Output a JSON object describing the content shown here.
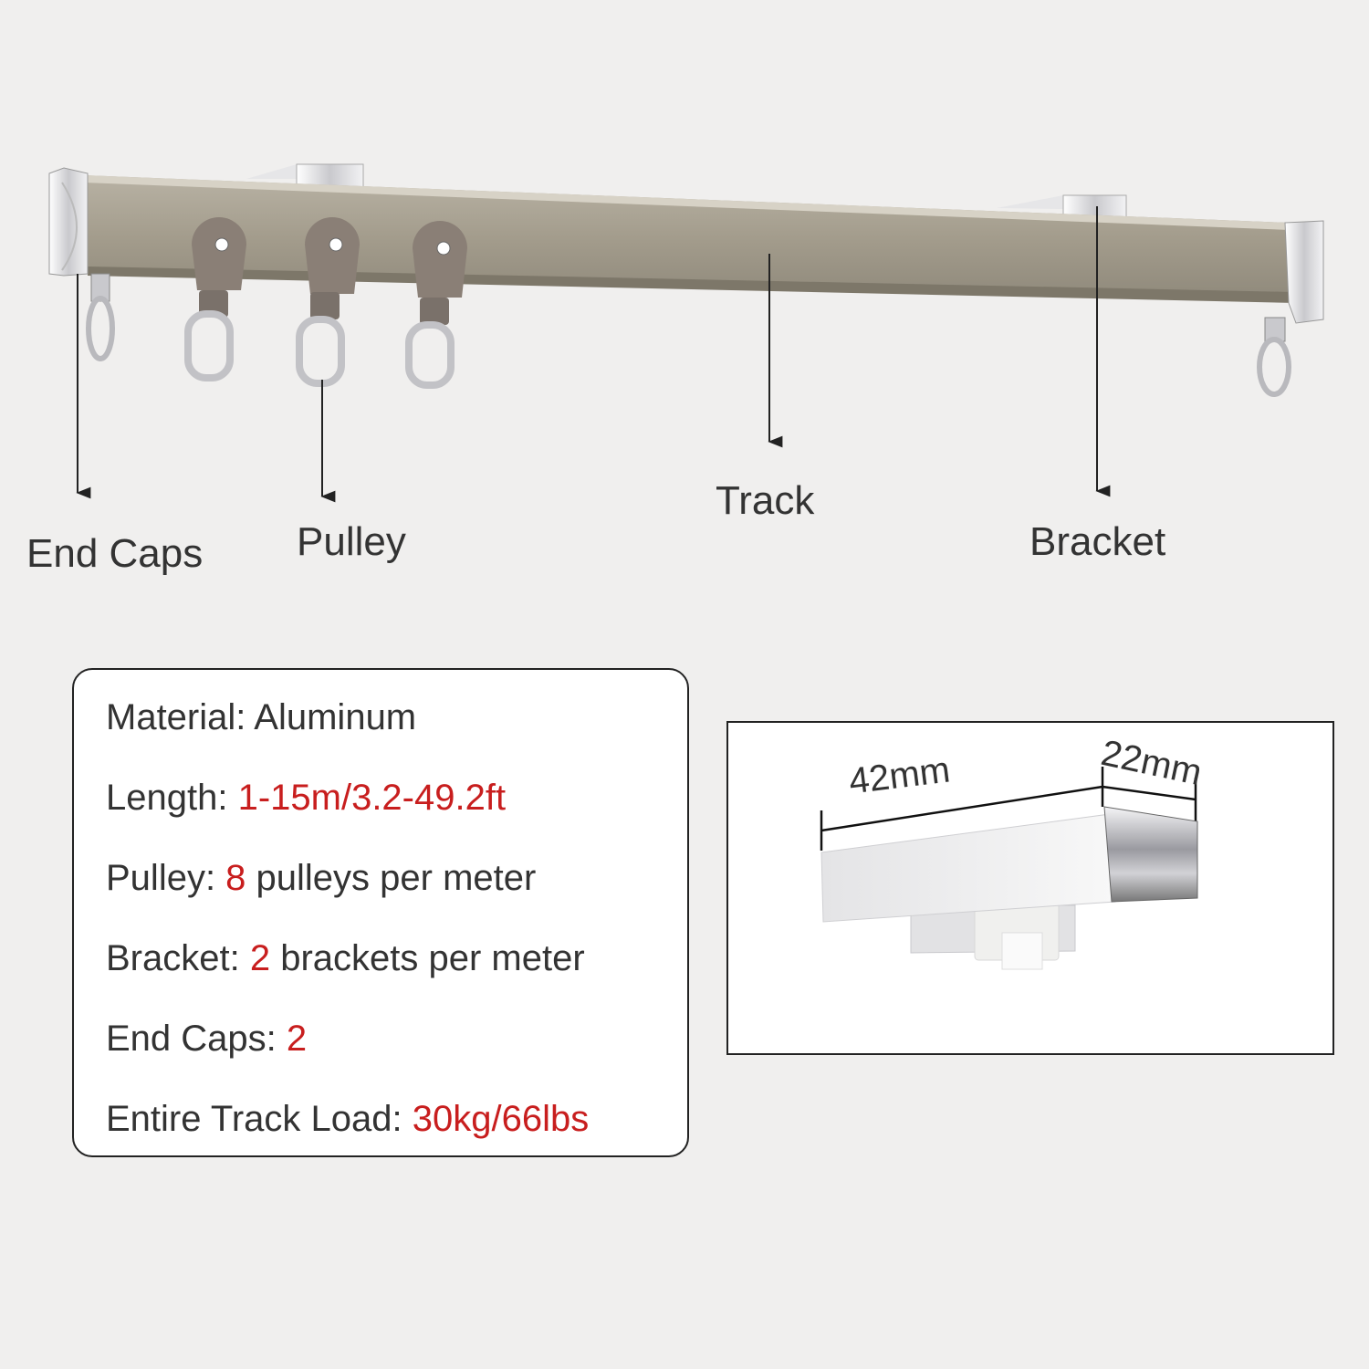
{
  "labels": {
    "end_caps": "End Caps",
    "pulley": "Pulley",
    "track": "Track",
    "bracket": "Bracket"
  },
  "specs": {
    "material": {
      "key": "Material: ",
      "value": "Aluminum"
    },
    "length": {
      "key": "Length: ",
      "value": "1-15m/3.2-49.2ft"
    },
    "pulley": {
      "key": "Pulley: ",
      "value": "8",
      "suffix": " pulleys per meter"
    },
    "bracket": {
      "key": "Bracket: ",
      "value": "2",
      "suffix": " brackets per meter"
    },
    "end_caps": {
      "key": "End Caps: ",
      "value": "2"
    },
    "load": {
      "key": "Entire Track Load: ",
      "value": "30kg/66lbs"
    }
  },
  "detail": {
    "width_label": "42mm",
    "depth_label": "22mm"
  },
  "colors": {
    "track_body": "#a39c8c",
    "highlight_value": "#c81e1e",
    "pulley": "#8a7f76",
    "metal": "#d8d8dc"
  }
}
